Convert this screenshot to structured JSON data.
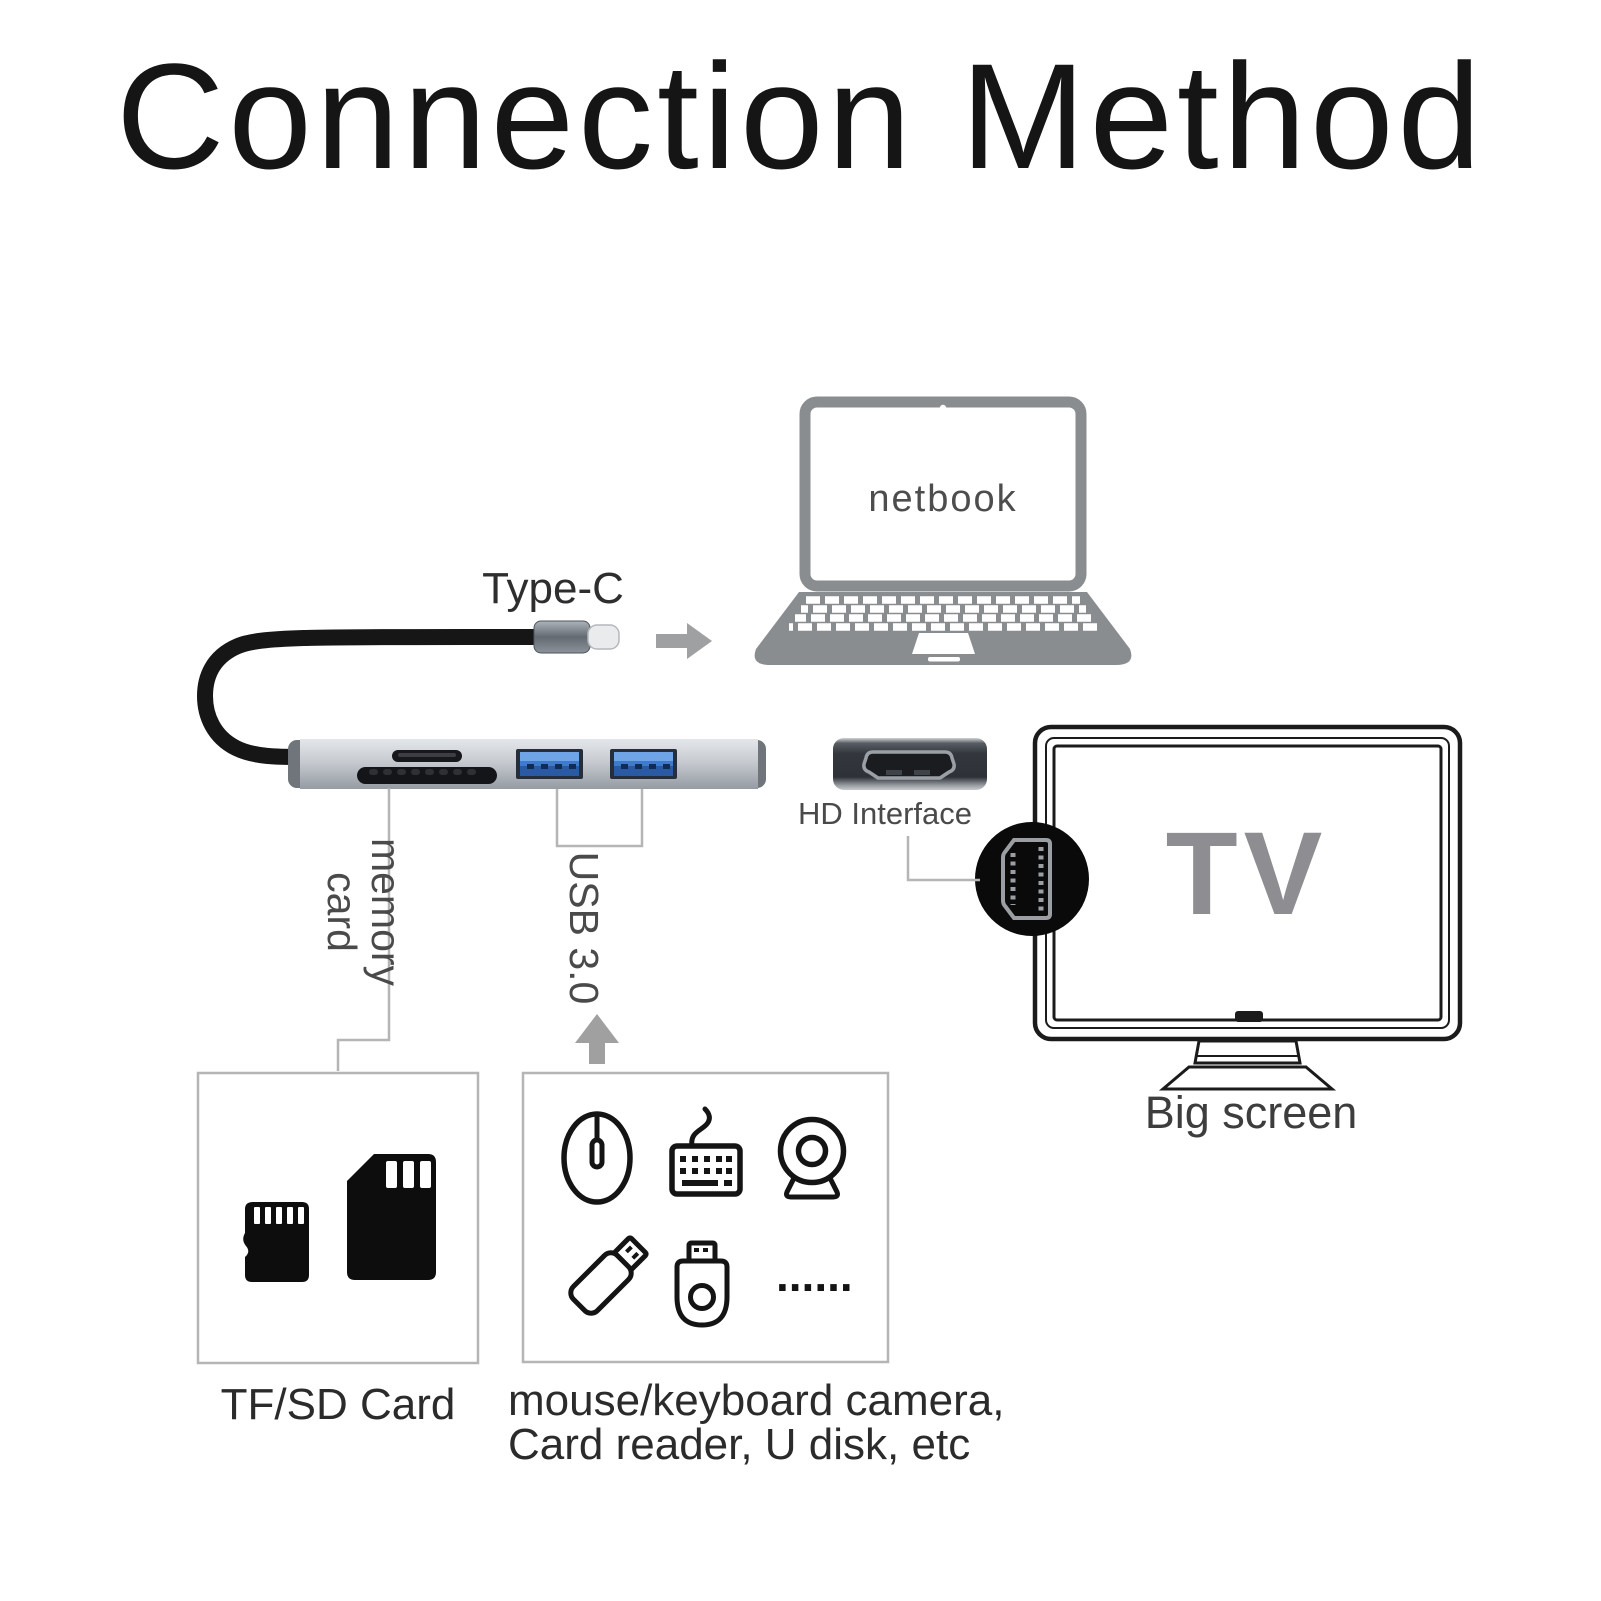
{
  "title": "Connection Method",
  "devices": {
    "laptop_label": "netbook",
    "connector_label": "Type-C",
    "hdmi_label": "HD Interface",
    "tv_screen_label": "TV",
    "tv_caption": "Big screen"
  },
  "hub_callouts": {
    "memory_card_line1": "memory",
    "memory_card_line2": "card",
    "usb_label": "USB 3.0"
  },
  "boxes": {
    "tf_sd_caption": "TF/SD Card",
    "peripherals_line1": "mouse/keyboard camera,",
    "peripherals_line2": "Card reader, U disk, etc",
    "ellipsis": "......"
  },
  "icons": [
    "mouse-icon",
    "keyboard-icon",
    "webcam-icon",
    "usb-flash-drive-icon",
    "card-reader-icon",
    "ellipsis-icon",
    "tf-card-icon",
    "sd-card-icon",
    "hdmi-plug-icon",
    "right-arrow-icon",
    "up-arrow-icon"
  ],
  "colors": {
    "usb_port_blue": "#3d7bd0",
    "hub_silver": "#c7cbd1",
    "callout_gray": "#b5b5b5",
    "device_gray": "#8a8d90",
    "tv_label_gray": "#8e8e92",
    "arrow_gray": "#a0a0a0",
    "icon_black": "#141414"
  }
}
